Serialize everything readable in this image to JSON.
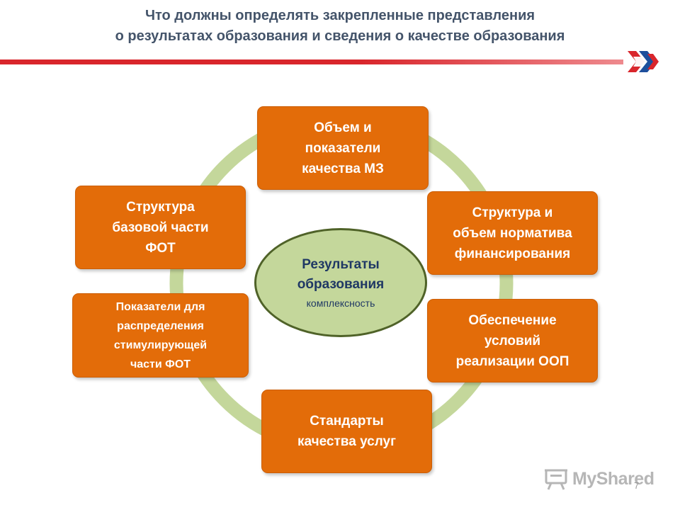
{
  "title": {
    "line1": "Что должны определять закрепленные представления",
    "line2": "о результатах образования и сведения о качестве образования"
  },
  "colors": {
    "accent_red": "#d9262c",
    "box_orange": "#e36c09",
    "ring_green": "#c4d79b",
    "center_border": "#4f6228",
    "title_text": "#44546a"
  },
  "center": {
    "title": "Результаты\nобразования",
    "subtitle": "комплексность"
  },
  "boxes": {
    "volume": "Объем и\nпоказатели\nкачества МЗ",
    "financing": "Структура и\nобъем норматива\nфинансирования",
    "oop": "Обеспечение\nусловий\nреализации ООП",
    "standards": "Стандарты\nкачества услуг",
    "stimulating": "Показатели для\nраспределения\nстимулирующей\nчасти ФОТ",
    "fot": "Структура\nбазовой части\nФОТ"
  },
  "watermark": {
    "text": "MyShared",
    "icon": "presentation-board-icon"
  },
  "page_number": "7",
  "logo": {
    "icon": "double-arrow-logo-icon"
  }
}
